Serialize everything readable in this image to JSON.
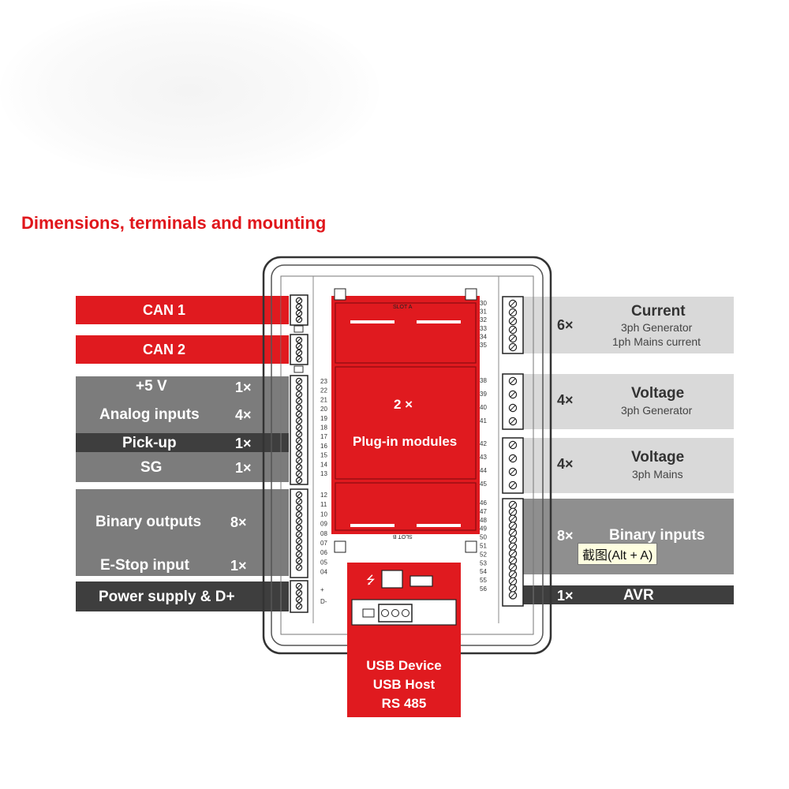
{
  "title": "Dimensions, terminals and mounting",
  "left": {
    "can1": "CAN 1",
    "can2": "CAN 2",
    "plus5v": {
      "label": "+5 V",
      "count": "1×"
    },
    "analog": {
      "label": "Analog inputs",
      "count": "4×"
    },
    "pickup": {
      "label": "Pick-up",
      "count": "1×"
    },
    "sg": {
      "label": "SG",
      "count": "1×"
    },
    "binout": {
      "label": "Binary outputs",
      "count": "8×"
    },
    "estop": {
      "label": "E-Stop input",
      "count": "1×"
    },
    "power": {
      "label": "Power supply & D+"
    }
  },
  "right": {
    "current": {
      "count": "6×",
      "label": "Current",
      "sub1": "3ph Generator",
      "sub2": "1ph Mains current"
    },
    "voltage_gen": {
      "count": "4×",
      "label": "Voltage",
      "sub1": "3ph Generator"
    },
    "voltage_mains": {
      "count": "4×",
      "label": "Voltage",
      "sub1": "3ph Mains"
    },
    "binin": {
      "count": "8×",
      "label": "Binary inputs"
    },
    "avr": {
      "count": "1×",
      "label": "AVR"
    }
  },
  "center": {
    "plugin_count": "2 ×",
    "plugin_label": "Plug-in modules",
    "slot_a": "SLOT A",
    "slot_b": "SLOT B",
    "usb_device": "USB Device",
    "usb_host": "USB Host",
    "rs485": "RS 485"
  },
  "terminals_left": [
    "23",
    "22",
    "21",
    "20",
    "19",
    "18",
    "17",
    "16",
    "15",
    "14",
    "13",
    "12",
    "11",
    "10",
    "09",
    "08",
    "07",
    "06",
    "05",
    "04",
    "+",
    "D-"
  ],
  "terminals_right": [
    "30",
    "31",
    "32",
    "33",
    "34",
    "35",
    "38",
    "39",
    "40",
    "41",
    "42",
    "43",
    "44",
    "45",
    "46",
    "47",
    "48",
    "49",
    "50",
    "51",
    "52",
    "53",
    "54",
    "55",
    "56"
  ],
  "tooltip": "截图(Alt + A)",
  "colors": {
    "accent": "#e01a1f",
    "dark_band": "#3e3e3e",
    "mid_band": "#7c7c7c",
    "light_band": "#d9d9d9"
  }
}
